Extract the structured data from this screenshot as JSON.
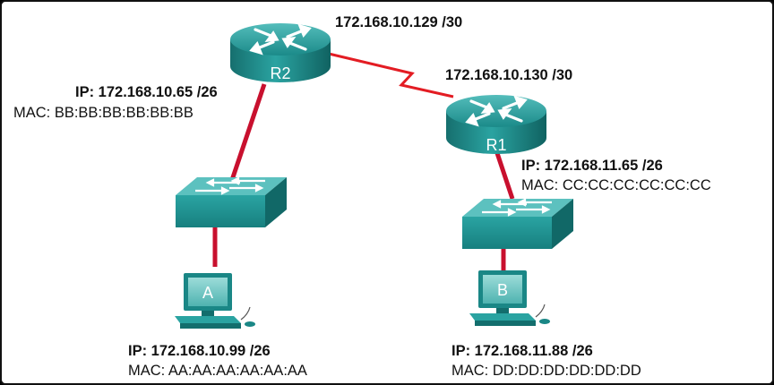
{
  "colors": {
    "device": "#1f8f8e",
    "device_dark": "#136e6d",
    "device_light": "#5cc1bf",
    "ethernet_link": "#c8102e",
    "serial_link": "#e31c23",
    "label_text": "#111111",
    "background": "#ffffff"
  },
  "devices": {
    "r2": {
      "label": "R2",
      "icon": "router-icon"
    },
    "r1": {
      "label": "R1",
      "icon": "router-icon"
    },
    "switch_left": {
      "icon": "switch-icon"
    },
    "switch_right": {
      "icon": "switch-icon"
    },
    "pc_a": {
      "label": "A",
      "icon": "pc-icon"
    },
    "pc_b": {
      "label": "B",
      "icon": "pc-icon"
    }
  },
  "labels": {
    "serial_r2": "172.168.10.129 /30",
    "serial_r1": "172.168.10.130 /30",
    "r2_ip": "IP: 172.168.10.65 /26",
    "r2_mac": "MAC: BB:BB:BB:BB:BB:BB",
    "r1_ip": "IP: 172.168.11.65 /26",
    "r1_mac": "MAC: CC:CC:CC:CC:CC:CC",
    "a_ip": "IP: 172.168.10.99 /26",
    "a_mac": "MAC: AA:AA:AA:AA:AA:AA",
    "b_ip": "IP: 172.168.11.88 /26",
    "b_mac": "MAC: DD:DD:DD:DD:DD:DD"
  }
}
